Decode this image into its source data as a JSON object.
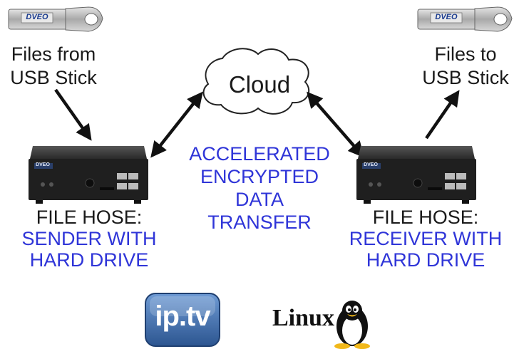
{
  "left_usb": {
    "logo_text": "DVEO",
    "caption_line1": "Files from",
    "caption_line2": "USB Stick"
  },
  "right_usb": {
    "logo_text": "DVEO",
    "caption_line1": "Files to",
    "caption_line2": "USB Stick"
  },
  "cloud": {
    "label": "Cloud"
  },
  "center": {
    "line1": "ACCELERATED",
    "line2": "ENCRYPTED",
    "line3": "DATA",
    "line4": "TRANSFER"
  },
  "sender": {
    "line1": "FILE HOSE:",
    "line2": "SENDER WITH",
    "line3": "HARD DRIVE"
  },
  "receiver": {
    "line1": "FILE HOSE:",
    "line2": "RECEIVER WITH",
    "line3": "HARD DRIVE"
  },
  "device_label": "DVEO",
  "logos": {
    "iptv": "ip.tv",
    "linux": "Linux"
  },
  "colors": {
    "accent_blue": "#2f35d8",
    "text": "#1a1a1a",
    "device_body": "#222222",
    "iptv_bg": "#3d6aa8"
  }
}
